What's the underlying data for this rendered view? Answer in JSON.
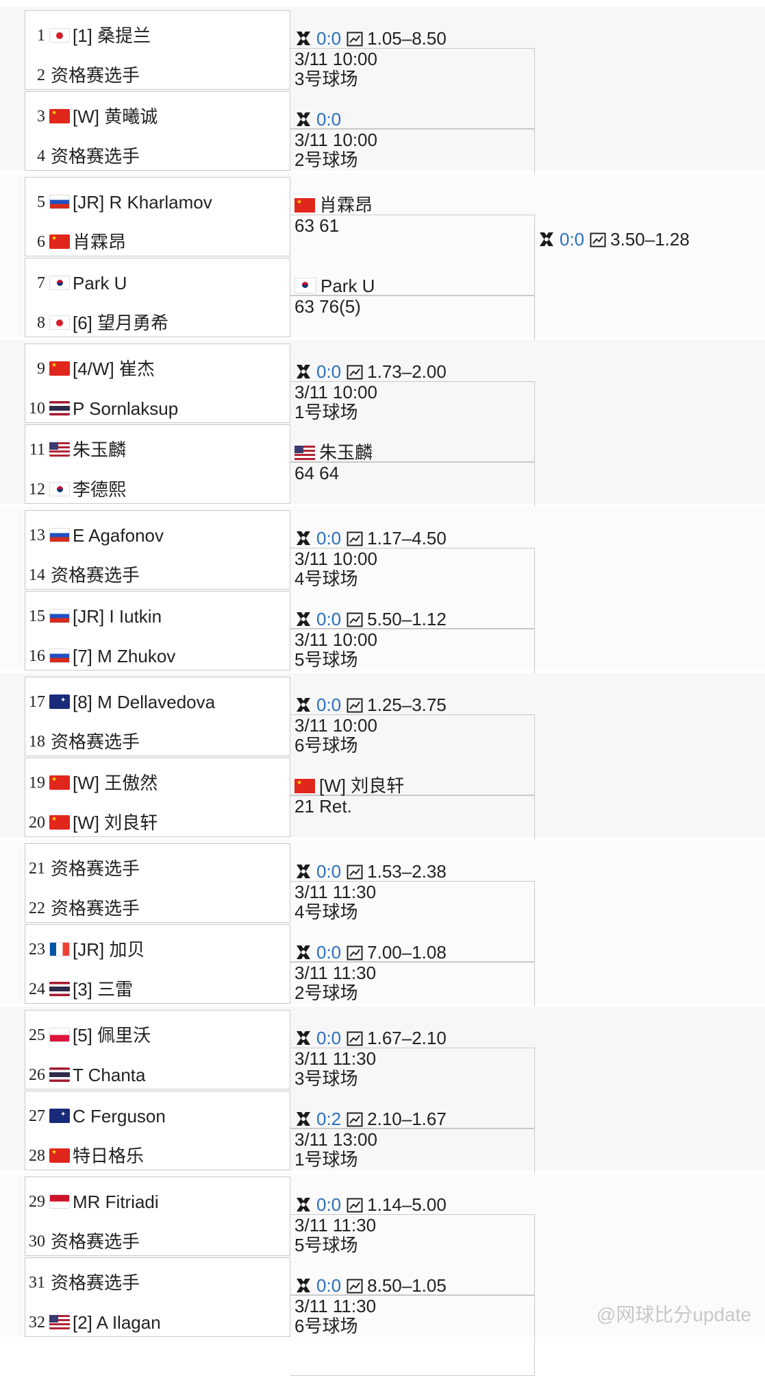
{
  "players": [
    {
      "n": "1",
      "flag": "jp",
      "name": "[1] 桑提兰"
    },
    {
      "n": "2",
      "flag": "",
      "name": "资格赛选手"
    },
    {
      "n": "3",
      "flag": "cn",
      "name": "[W] 黄曦诚"
    },
    {
      "n": "4",
      "flag": "",
      "name": "资格赛选手"
    },
    {
      "n": "5",
      "flag": "ru",
      "name": "[JR] R Kharlamov"
    },
    {
      "n": "6",
      "flag": "cn",
      "name": "肖霖昂"
    },
    {
      "n": "7",
      "flag": "kr",
      "name": "Park U"
    },
    {
      "n": "8",
      "flag": "jp",
      "name": "[6] 望月勇希"
    },
    {
      "n": "9",
      "flag": "cn",
      "name": "[4/W] 崔杰"
    },
    {
      "n": "10",
      "flag": "th",
      "name": "P Sornlaksup"
    },
    {
      "n": "11",
      "flag": "us",
      "name": "朱玉麟"
    },
    {
      "n": "12",
      "flag": "kr",
      "name": "李德熙"
    },
    {
      "n": "13",
      "flag": "ru",
      "name": "E Agafonov"
    },
    {
      "n": "14",
      "flag": "",
      "name": "资格赛选手"
    },
    {
      "n": "15",
      "flag": "ru",
      "name": "[JR] I Iutkin"
    },
    {
      "n": "16",
      "flag": "ru",
      "name": "[7] M Zhukov"
    },
    {
      "n": "17",
      "flag": "au",
      "name": "[8] M Dellavedova"
    },
    {
      "n": "18",
      "flag": "",
      "name": "资格赛选手"
    },
    {
      "n": "19",
      "flag": "cn",
      "name": "[W] 王傲然"
    },
    {
      "n": "20",
      "flag": "cn",
      "name": "[W] 刘良轩"
    },
    {
      "n": "21",
      "flag": "",
      "name": "资格赛选手"
    },
    {
      "n": "22",
      "flag": "",
      "name": "资格赛选手"
    },
    {
      "n": "23",
      "flag": "fr",
      "name": "[JR] 加贝"
    },
    {
      "n": "24",
      "flag": "th",
      "name": "[3] 三雷"
    },
    {
      "n": "25",
      "flag": "pl",
      "name": "[5] 佩里沃"
    },
    {
      "n": "26",
      "flag": "th",
      "name": "T Chanta"
    },
    {
      "n": "27",
      "flag": "au",
      "name": "C Ferguson"
    },
    {
      "n": "28",
      "flag": "cn",
      "name": "特日格乐"
    },
    {
      "n": "29",
      "flag": "id",
      "name": "MR Fitriadi"
    },
    {
      "n": "30",
      "flag": "",
      "name": "资格赛选手"
    },
    {
      "n": "31",
      "flag": "",
      "name": "资格赛选手"
    },
    {
      "n": "32",
      "flag": "us",
      "name": "[2] A Ilagan"
    }
  ],
  "matches": [
    {
      "score": "0:0",
      "odds": "1.05–8.50",
      "time": "3/11 10:00",
      "court": "3号球场"
    },
    {
      "score": "0:0",
      "odds": "",
      "time": "3/11 10:00",
      "court": "2号球场"
    },
    {
      "result": true,
      "flag": "cn",
      "player": "肖霖昂",
      "sets": "63 61"
    },
    {
      "result": true,
      "flag": "kr",
      "player": "Park U",
      "sets": "63 76(5)"
    },
    {
      "score": "0:0",
      "odds": "1.73–2.00",
      "time": "3/11 10:00",
      "court": "1号球场"
    },
    {
      "result": true,
      "flag": "us",
      "player": "朱玉麟",
      "sets": "64 64"
    },
    {
      "score": "0:0",
      "odds": "1.17–4.50",
      "time": "3/11 10:00",
      "court": "4号球场"
    },
    {
      "score": "0:0",
      "odds": "5.50–1.12",
      "time": "3/11 10:00",
      "court": "5号球场"
    },
    {
      "score": "0:0",
      "odds": "1.25–3.75",
      "time": "3/11 10:00",
      "court": "6号球场"
    },
    {
      "result": true,
      "flag": "cn",
      "player": "[W] 刘良轩",
      "sets": "21 Ret."
    },
    {
      "score": "0:0",
      "odds": "1.53–2.38",
      "time": "3/11 11:30",
      "court": "4号球场"
    },
    {
      "score": "0:0",
      "odds": "7.00–1.08",
      "time": "3/11 11:30",
      "court": "2号球场"
    },
    {
      "score": "0:0",
      "odds": "1.67–2.10",
      "time": "3/11 11:30",
      "court": "3号球场"
    },
    {
      "score": "0:2",
      "odds": "2.10–1.67",
      "time": "3/11 13:00",
      "court": "1号球场"
    },
    {
      "score": "0:0",
      "odds": "1.14–5.00",
      "time": "3/11 11:30",
      "court": "5号球场"
    },
    {
      "score": "0:0",
      "odds": "8.50–1.05",
      "time": "3/11 11:30",
      "court": "6号球场"
    }
  ],
  "r3": {
    "score": "0:0",
    "odds": "3.50–1.28"
  },
  "watermark": "@网球比分update",
  "colors": {
    "score": "#2a6fbf",
    "border": "#c9c9c9",
    "band": "#f7f7f7"
  }
}
